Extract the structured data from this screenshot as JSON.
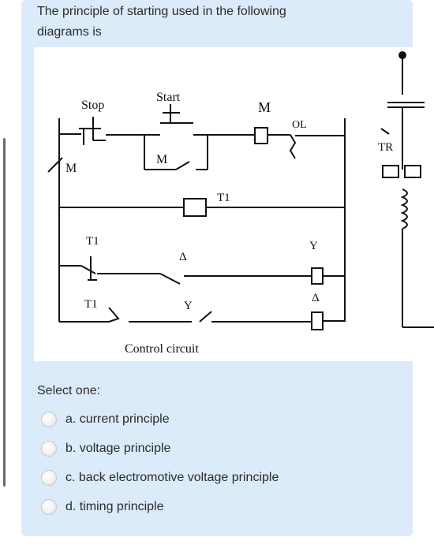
{
  "question": {
    "text_line1": "The principle of starting used in the following",
    "text_line2": "diagrams is"
  },
  "diagram": {
    "labels": {
      "stop": "Stop",
      "start": "Start",
      "m_top": "M",
      "ol": "OL",
      "m_left": "M",
      "m_aux": "M",
      "t1_coil": "T1",
      "t1_contact1": "T1",
      "delta_contact": "Δ",
      "y_coil": "Y",
      "t1_contact2": "T1",
      "y_contact": "Y",
      "delta_coil": "Δ",
      "caption": "Control circuit",
      "tr": "TR"
    }
  },
  "answer": {
    "prompt": "Select one:",
    "options": [
      {
        "label": "a. current principle"
      },
      {
        "label": "b. voltage principle"
      },
      {
        "label": "c. back electromotive voltage principle"
      },
      {
        "label": "d. timing principle"
      }
    ]
  }
}
